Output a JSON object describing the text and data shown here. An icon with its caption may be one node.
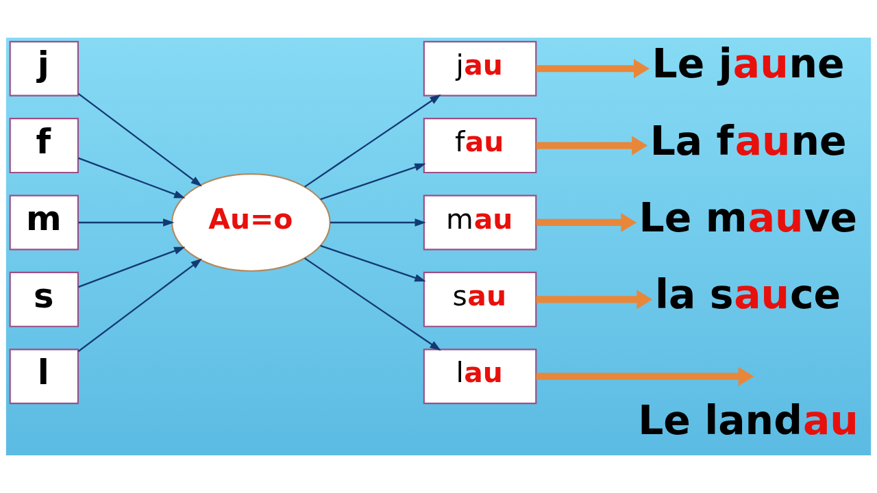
{
  "diagram": {
    "nodes": [
      {
        "text": [
          "j"
        ]
      },
      {
        "text": [
          "f"
        ]
      },
      {
        "text": [
          "m"
        ]
      },
      {
        "text": [
          "s"
        ]
      },
      {
        "text": [
          "l"
        ]
      },
      {
        "text": [
          "Au=o"
        ]
      },
      {
        "text": [
          "j**au**"
        ]
      },
      {
        "text": [
          "f**au**"
        ]
      },
      {
        "text": [
          "m**au**"
        ]
      },
      {
        "text": [
          "s**au**"
        ]
      },
      {
        "text": [
          "l**au**"
        ]
      },
      {
        "text": [
          "Le j**au**ne"
        ]
      },
      {
        "text": [
          "La f**au**ne"
        ]
      },
      {
        "text": [
          "Le m**au**ve"
        ]
      },
      {
        "text": [
          "la s**au**ce"
        ]
      }
    ],
    "edges": [
      {
        "from": 0,
        "to": 5,
        "arrow": "to"
      },
      {
        "from": 1,
        "to": 5,
        "arrow": "to"
      },
      {
        "from": 2,
        "to": 5,
        "arrow": "to"
      },
      {
        "from": 3,
        "to": 5,
        "arrow": "to"
      },
      {
        "from": 4,
        "to": 5,
        "arrow": "to"
      },
      {
        "from": 5,
        "to": 6,
        "arrow": "to"
      },
      {
        "from": 5,
        "to": 7,
        "arrow": "to"
      },
      {
        "from": 5,
        "to": 8,
        "arrow": "to"
      },
      {
        "from": 5,
        "to": 9,
        "arrow": "to"
      },
      {
        "from": 5,
        "to": 10,
        "arrow": "to"
      },
      {
        "from": 6,
        "to": 11,
        "arrow": "to",
        "style": "thick",
        "color": "#e8873a"
      },
      {
        "from": 7,
        "to": 12,
        "arrow": "to",
        "style": "thick",
        "color": "#e8873a"
      },
      {
        "from": 8,
        "to": 13,
        "arrow": "to",
        "style": "thick",
        "color": "#e8873a"
      },
      {
        "from": 9,
        "to": 14,
        "arrow": "to",
        "style": "thick",
        "color": "#e8873a"
      },
      {
        "from": 10,
        "to": null,
        "arrow": "to",
        "style": "thick",
        "color": "#e8873a"
      }
    ],
    "labels": [
      "Le land**au**"
    ]
  }
}
